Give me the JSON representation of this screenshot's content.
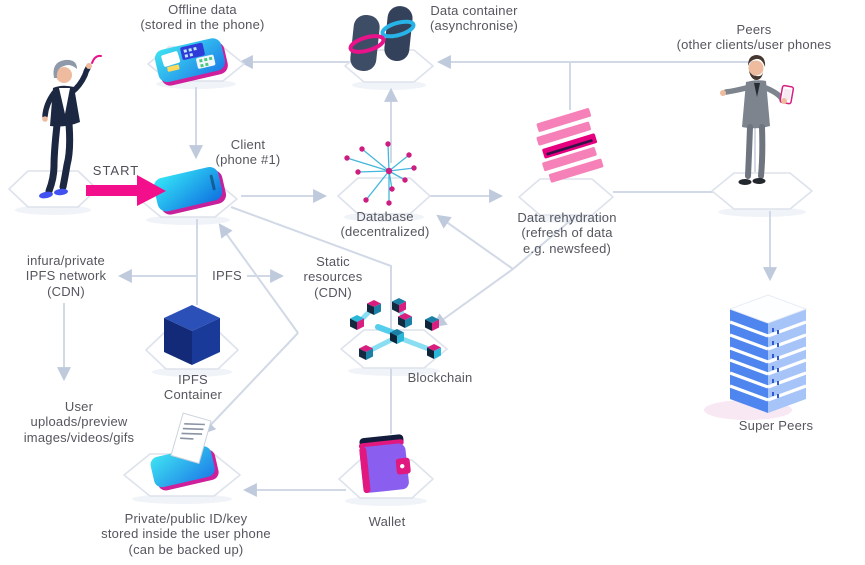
{
  "nodes": {
    "offline_data": {
      "label": "Offline data\n(stored in the phone)"
    },
    "data_container": {
      "label": "Data container\n(asynchronise)"
    },
    "peers": {
      "label": "Peers\n(other clients/user phones"
    },
    "start": {
      "label": "START"
    },
    "client": {
      "label": "Client\n(phone #1)"
    },
    "database": {
      "label": "Database\n(decentralized)"
    },
    "data_rehydration": {
      "label": "Data rehydration\n(refresh of data\ne.g. newsfeed)"
    },
    "infura": {
      "label": "infura/private\nIPFS network\n(CDN)"
    },
    "ipfs_edge": {
      "label": "IPFS"
    },
    "static_resources": {
      "label": "Static\nresources\n(CDN)"
    },
    "ipfs_container": {
      "label": "IPFS\nContainer"
    },
    "blockchain": {
      "label": "Blockchain"
    },
    "user_uploads": {
      "label": "User\nuploads/preview\nimages/videos/gifs"
    },
    "private_key": {
      "label": "Private/public ID/key\nstored inside the user phone\n(can be backed up)"
    },
    "wallet": {
      "label": "Wallet"
    },
    "super_peers": {
      "label": "Super Peers"
    }
  },
  "edges": [
    {
      "from": "data_container",
      "to": "offline_data"
    },
    {
      "from": "peers",
      "to": "data_container"
    },
    {
      "from": "data_rehydration",
      "to": "data_container"
    },
    {
      "from": "offline_data",
      "to": "client"
    },
    {
      "from": "user",
      "to": "client",
      "label": "START"
    },
    {
      "from": "client",
      "to": "database"
    },
    {
      "from": "database",
      "to": "data_container"
    },
    {
      "from": "database",
      "to": "data_rehydration"
    },
    {
      "from": "data_rehydration",
      "to": "peers"
    },
    {
      "from": "data_rehydration",
      "to": "database"
    },
    {
      "from": "data_rehydration",
      "to": "blockchain"
    },
    {
      "from": "peers",
      "to": "super_peers"
    },
    {
      "from": "private_key",
      "to": "client",
      "bidirectional": true
    },
    {
      "from": "client",
      "to": "wallet"
    },
    {
      "from": "client",
      "to": "ipfs_container"
    },
    {
      "from": "ipfs_container",
      "to": "infura"
    },
    {
      "from": "client",
      "to": "static_resources"
    },
    {
      "from": "infura",
      "to": "user_uploads"
    },
    {
      "from": "wallet",
      "to": "private_key"
    }
  ],
  "colors": {
    "arrow_line": "#d2d9e6",
    "arrowhead": "#bfcadd",
    "start_arrow": "#f30f8c",
    "text": "#55565e",
    "pink_accent": "#e8128b",
    "cyan_accent": "#2bb8e8",
    "ipfs_cube_blue": "#1d3c9e",
    "wallet_purple": "#8a5ff0",
    "super_peers_blue": "#4f85ee",
    "container_slate": "#3e4d66"
  }
}
